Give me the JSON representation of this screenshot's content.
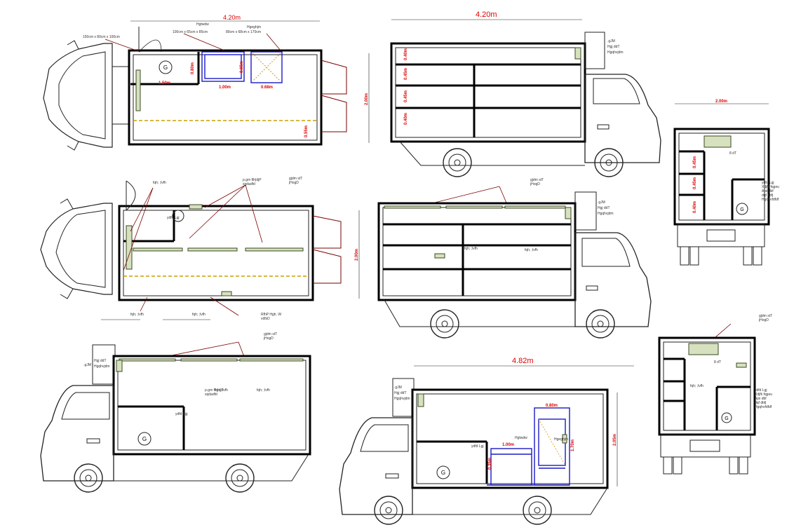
{
  "labels": {
    "top_plan_length": "4.20m",
    "top_plan_item_a": "150cm x 80cm x 100cm",
    "top_plan_item_b": "100cm x 65cm x 85cm",
    "top_plan_item_c": "80cm x 68cm x 170cm",
    "top_plan_cap_b": "Hgtwdw",
    "top_plan_cap_c": "Hgeghjm",
    "top_plan_d1": "1.50m",
    "top_plan_d2": "1.00m",
    "top_plan_d3": "0.68m",
    "top_plan_h1": "0.80m",
    "top_plan_h2": "0.65m",
    "top_plan_h3": "0.55m",
    "top_plan_width": "2.00m",
    "side_top_length": "4.20m",
    "side_top_shelf1": "0.40m",
    "side_top_shelf2": "0.45m",
    "side_top_shelf3": "0.45m",
    "side_top_shelf4": "0.40m",
    "side_top_width": "2.00m",
    "cab_note_a": ".gJM",
    "cab_note_b": "Hgj ddT",
    "cab_note_c": "Hgqhvjdm",
    "rear_top_width": "2.00m",
    "rear_d1": "0.45m",
    "rear_d2": "0.45m",
    "rear_d3": "0.40m",
    "rear_ac": "8 dT",
    "rear_note_a": "ydfd Lgj",
    "rear_note_b": "Xdjfk fqgeu",
    "rear_note_c": "Ajoi dbf",
    "rear_note_d": "dqf dbfj",
    "rear_note_e": "Hgqhvfdfdf",
    "mid_plan_note_a": "gjdm stT",
    "mid_plan_note_b": "jHogD",
    "mid_plan_note_c": "fqh; ;lvfh",
    "mid_plan_note_d": "p.gm fth|djP",
    "mid_plan_note_e": "sqdadfd",
    "mid_plan_note_f": "RfhP Hgh. W",
    "mid_plan_note_g": "vdfsD",
    "mid_plan_note_h": "ydfd Lgj",
    "mid_plan_width": "2.00m",
    "g_symbol": "G",
    "mid_side_note_a": "gjdm stT",
    "mid_side_note_b": "jHogD",
    "mid_side_note_c": "fqh; ;lvfh",
    "bot_side_note_a": "gjdm stT",
    "bot_side_note_b": "jHogD",
    "bot_side_note_c": "p.gm fth|djP",
    "bot_side_note_d": "sqdadfd",
    "bot_side_note_e": "fqh; ;lvfh",
    "bot_side_note_f": "ydfd Lgj",
    "bot_mid_length": "4.82m",
    "bot_mid_d1": "0.80m",
    "bot_mid_d2": "1.00m",
    "bot_mid_d3": "0.35m",
    "bot_mid_d4": "1.70m",
    "bot_mid_height": "2.05m",
    "bot_mid_cap": "Hgtwdw",
    "bot_mid_cap2": "Hgeghjm",
    "bot_rear_note_a": "gjdm stT",
    "bot_rear_note_b": "jHogD",
    "bot_rear_ac": "8 dT",
    "bot_rear_note_c": "fqh; ;lvfh"
  }
}
